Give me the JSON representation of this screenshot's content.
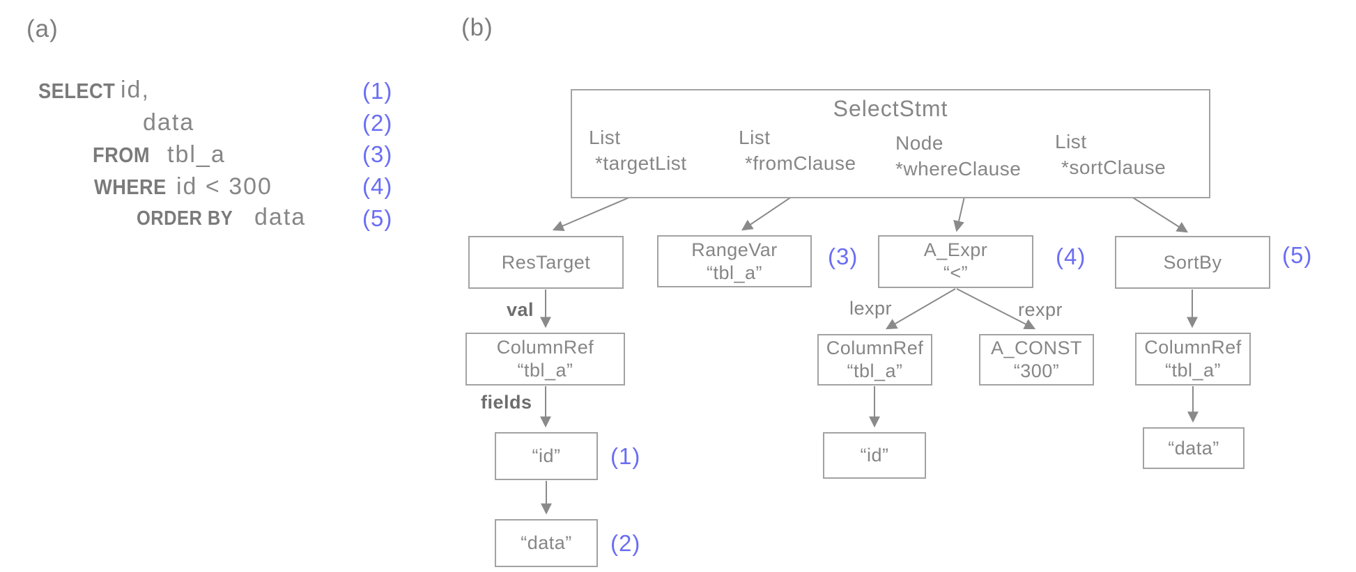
{
  "colors": {
    "text_gray": "#868686",
    "keyword_gray": "#7a7a7a",
    "border_gray": "#a2a2a2",
    "arrow_gray": "#8a8a8a",
    "annotation_blue": "#6a6ef2",
    "background": "#ffffff"
  },
  "panel_a": {
    "label": "(a)",
    "sql_lines": [
      {
        "keyword": "SELECT",
        "text": "id,",
        "num": "(1)"
      },
      {
        "keyword": "",
        "text": "data",
        "num": "(2)"
      },
      {
        "keyword": "FROM",
        "text": "tbl_a",
        "num": "(3)"
      },
      {
        "keyword": "WHERE",
        "text": "id < 300",
        "num": "(4)"
      },
      {
        "keyword": "ORDER BY",
        "text": "data",
        "num": "(5)"
      }
    ]
  },
  "panel_b": {
    "label": "(b)",
    "root": {
      "title": "SelectStmt",
      "fields": [
        {
          "type": "List",
          "pointer": "*targetList"
        },
        {
          "type": "List",
          "pointer": "*fromClause"
        },
        {
          "type": "Node",
          "pointer": "*whereClause"
        },
        {
          "type": "List",
          "pointer": "*sortClause"
        }
      ]
    },
    "nodes": {
      "restarget": {
        "title": "ResTarget"
      },
      "rangevar": {
        "title": "RangeVar",
        "value": "“tbl_a”"
      },
      "a_expr": {
        "title": "A_Expr",
        "value": "“<”"
      },
      "sortby": {
        "title": "SortBy"
      },
      "columnref_target": {
        "title": "ColumnRef",
        "value": "“tbl_a”"
      },
      "columnref_where": {
        "title": "ColumnRef",
        "value": "“tbl_a”"
      },
      "a_const": {
        "title": "A_CONST",
        "value": "“300”"
      },
      "columnref_sort": {
        "title": "ColumnRef",
        "value": "“tbl_a”"
      },
      "id_target": {
        "value": "“id”"
      },
      "data_target": {
        "value": "“data”"
      },
      "id_where": {
        "value": "“id”"
      },
      "data_sort": {
        "value": "“data”"
      }
    },
    "edge_labels": {
      "val": "val",
      "fields": "fields",
      "lexpr": "lexpr",
      "rexpr": "rexpr"
    },
    "annotations": {
      "n1": "(1)",
      "n2": "(2)",
      "n3": "(3)",
      "n4": "(4)",
      "n5": "(5)"
    },
    "edges": [
      {
        "from": "*targetList",
        "to": "restarget",
        "label": ""
      },
      {
        "from": "*fromClause",
        "to": "rangevar",
        "label": ""
      },
      {
        "from": "*whereClause",
        "to": "a_expr",
        "label": ""
      },
      {
        "from": "*sortClause",
        "to": "sortby",
        "label": ""
      },
      {
        "from": "restarget",
        "to": "columnref_target",
        "label": "val"
      },
      {
        "from": "columnref_target",
        "to": "id_target",
        "label": "fields"
      },
      {
        "from": "id_target",
        "to": "data_target",
        "label": ""
      },
      {
        "from": "a_expr",
        "to": "columnref_where",
        "label": "lexpr"
      },
      {
        "from": "a_expr",
        "to": "a_const",
        "label": "rexpr"
      },
      {
        "from": "columnref_where",
        "to": "id_where",
        "label": ""
      },
      {
        "from": "sortby",
        "to": "columnref_sort",
        "label": ""
      },
      {
        "from": "columnref_sort",
        "to": "data_sort",
        "label": ""
      }
    ]
  }
}
